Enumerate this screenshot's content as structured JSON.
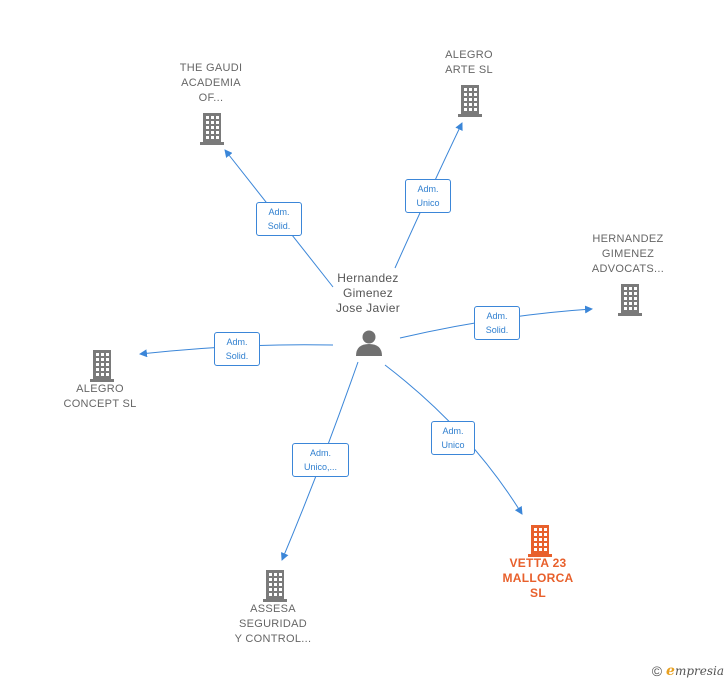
{
  "person": {
    "lines": [
      "Hernandez",
      "Gimenez",
      "Jose Javier"
    ]
  },
  "companies": [
    {
      "id": "gaudi",
      "lines": [
        "THE GAUDI",
        "ACADEMIA",
        "OF..."
      ],
      "main": false
    },
    {
      "id": "alegro-arte",
      "lines": [
        "ALEGRO",
        "ARTE  SL"
      ],
      "main": false
    },
    {
      "id": "hernandez-advocats",
      "lines": [
        "HERNANDEZ",
        "GIMENEZ",
        "ADVOCATS..."
      ],
      "main": false
    },
    {
      "id": "alegro-concept",
      "lines": [
        "ALEGRO",
        "CONCEPT  SL"
      ],
      "main": false
    },
    {
      "id": "assesa",
      "lines": [
        "ASSESA",
        "SEGURIDAD",
        "Y CONTROL..."
      ],
      "main": false
    },
    {
      "id": "vetta",
      "lines": [
        "VETTA 23",
        "MALLORCA",
        "SL"
      ],
      "main": true
    }
  ],
  "edges": [
    {
      "to": "gaudi",
      "lines": [
        "Adm.",
        "Solid."
      ]
    },
    {
      "to": "alegro-arte",
      "lines": [
        "Adm.",
        "Unico"
      ]
    },
    {
      "to": "hernandez-advocats",
      "lines": [
        "Adm.",
        "Solid."
      ]
    },
    {
      "to": "alegro-concept",
      "lines": [
        "Adm.",
        "Solid."
      ]
    },
    {
      "to": "assesa",
      "lines": [
        "Adm.",
        "Unico,..."
      ]
    },
    {
      "to": "vetta",
      "lines": [
        "Adm.",
        "Unico"
      ]
    }
  ],
  "colors": {
    "edge": "#3b86d8",
    "building": "#7a7a7a",
    "building_main": "#e8602c",
    "person": "#707070"
  },
  "icons": {
    "company": "building-icon",
    "person": "person-icon",
    "copyright": "copyright-icon"
  },
  "footer": {
    "copyright": "©",
    "brand_initial": "e",
    "brand_rest": "mpresia"
  }
}
